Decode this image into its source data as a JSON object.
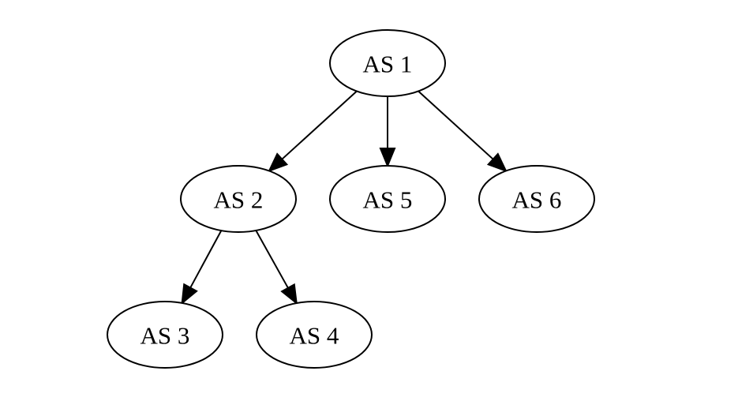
{
  "diagram": {
    "type": "directed-tree",
    "nodes": [
      {
        "id": "as1",
        "label": "AS 1"
      },
      {
        "id": "as2",
        "label": "AS 2"
      },
      {
        "id": "as5",
        "label": "AS 5"
      },
      {
        "id": "as6",
        "label": "AS 6"
      },
      {
        "id": "as3",
        "label": "AS 3"
      },
      {
        "id": "as4",
        "label": "AS 4"
      }
    ],
    "edges": [
      {
        "from": "as1",
        "to": "as2"
      },
      {
        "from": "as1",
        "to": "as5"
      },
      {
        "from": "as1",
        "to": "as6"
      },
      {
        "from": "as2",
        "to": "as3"
      },
      {
        "from": "as2",
        "to": "as4"
      }
    ],
    "colors": {
      "stroke": "#000000",
      "fill": "#ffffff",
      "text": "#000000",
      "background": "#ffffff"
    }
  }
}
